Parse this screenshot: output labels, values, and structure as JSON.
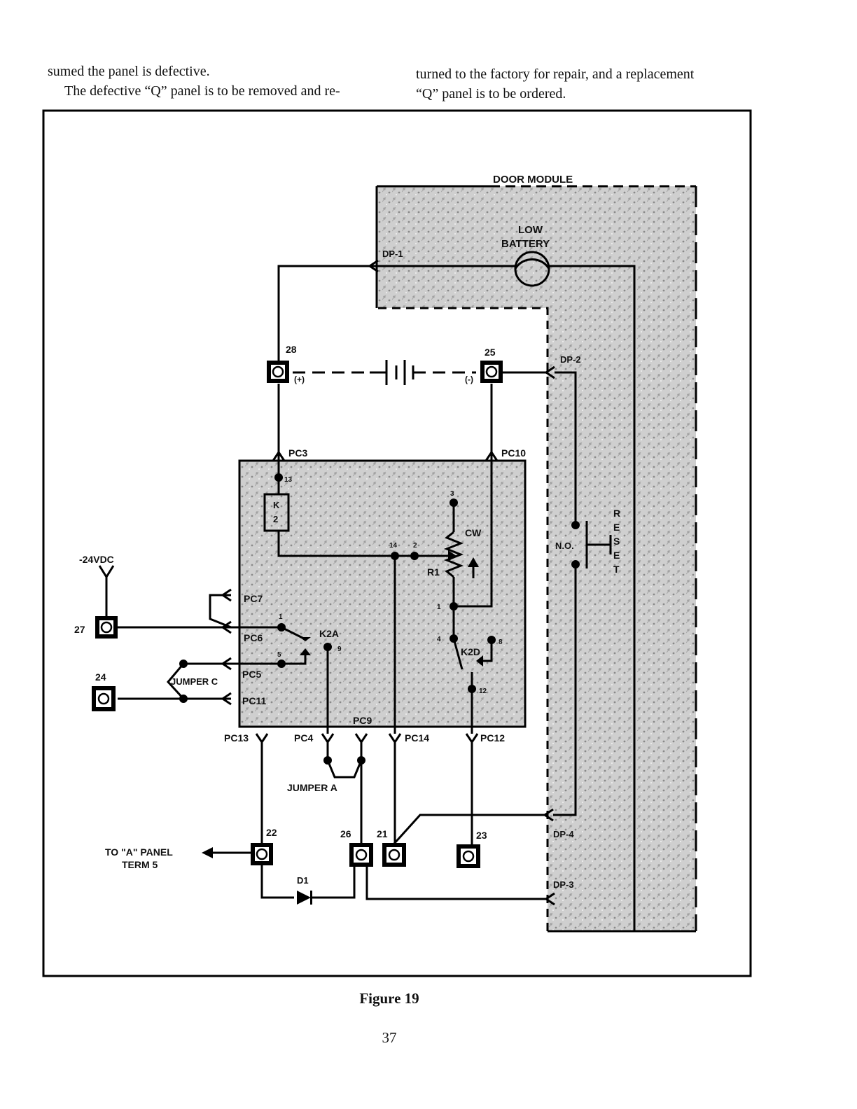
{
  "text": {
    "left_line1": "sumed the panel is defective.",
    "left_line2": "The defective “Q” panel is to be removed and re-",
    "right_line1": "turned to the factory for repair, and a replacement",
    "right_line2": "“Q” panel is to be ordered."
  },
  "figure": {
    "door_module_label": "DOOR MODULE",
    "low_battery_line1": "LOW",
    "low_battery_line2": "BATTERY",
    "reset_letters": [
      "R",
      "E",
      "S",
      "E",
      "T"
    ],
    "no_label": "N.O.",
    "connectors": {
      "dp1": "DP-1",
      "dp2": "DP-2",
      "dp3": "DP-3",
      "dp4": "DP-4",
      "pc3": "PC3",
      "pc10": "PC10",
      "pc7": "PC7",
      "pc6": "PC6",
      "pc5": "PC5",
      "pc11": "PC11",
      "pc13": "PC13",
      "pc4": "PC4",
      "pc9": "PC9",
      "pc14": "PC14",
      "pc12": "PC12"
    },
    "terminals": {
      "t28": "28",
      "t25": "25",
      "t27": "27",
      "t24": "24",
      "t22": "22",
      "t26": "26",
      "t21": "21",
      "t23": "23"
    },
    "polarity_plus": "(+)",
    "polarity_minus": "(-)",
    "supply_label": "-24VDC",
    "relay_k": "K",
    "relay_2": "2",
    "k2a": "K2A",
    "k2d": "K2D",
    "r1": "R1",
    "cw": "CW",
    "jumper_c": "JUMPER C",
    "jumper_a": "JUMPER A",
    "d1": "D1",
    "to_panel_line1": "TO \"A\" PANEL",
    "to_panel_line2": "TERM 5",
    "pins": {
      "p13": "13",
      "p3": "3",
      "p14": "14",
      "p2": "2",
      "p1r": "1",
      "p4": "4",
      "p8": "8",
      "p12": "12",
      "p1": "1",
      "p5": "5",
      "p9": "9"
    }
  },
  "caption": "Figure 19",
  "page_number": "37"
}
